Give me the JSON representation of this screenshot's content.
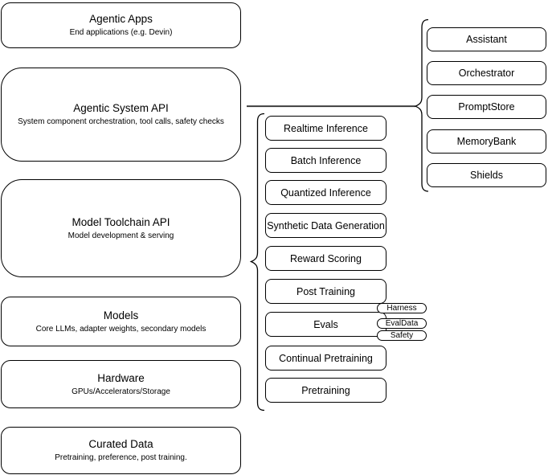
{
  "diagram": {
    "left_stack": [
      {
        "title": "Agentic Apps",
        "subtitle": "End applications (e.g. Devin)"
      },
      {
        "title": "Agentic System API",
        "subtitle": "System component orchestration, tool calls, safety checks"
      },
      {
        "title": "Model Toolchain API",
        "subtitle": "Model development & serving"
      },
      {
        "title": "Models",
        "subtitle": "Core LLMs, adapter weights, secondary models"
      },
      {
        "title": "Hardware",
        "subtitle": "GPUs/Accelerators/Storage"
      },
      {
        "title": "Curated Data",
        "subtitle": "Pretraining, preference, post training."
      }
    ],
    "toolchain_items": [
      "Realtime Inference",
      "Batch Inference",
      "Quantized Inference",
      "Synthetic Data Generation",
      "Reward Scoring",
      "Post Training",
      "Evals",
      "Continual Pretraining",
      "Pretraining"
    ],
    "eval_tags": [
      "Harness",
      "EvalData",
      "Safety"
    ],
    "system_components": [
      "Assistant",
      "Orchestrator",
      "PromptStore",
      "MemoryBank",
      "Shields"
    ],
    "colors": {
      "background": "#ffffff",
      "stroke": "#000000",
      "text": "#000000",
      "connector": "#333333"
    }
  }
}
